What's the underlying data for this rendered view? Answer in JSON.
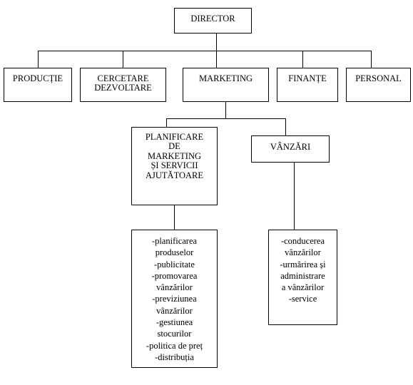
{
  "director": "DIRECTOR",
  "departments": [
    "PRODUCȚIE",
    "CERCETARE\nDEZVOLTARE",
    "MARKETING",
    "FINANȚE",
    "PERSONAL"
  ],
  "marketing_units": {
    "planning": "PLANIFICARE\nDE\nMARKETING\nȘI SERVICII\nAJUTĂTOARE",
    "sales": "VÂNZĂRI"
  },
  "planning_tasks": "-planificarea\nproduselor\n-publicitate\n-promovarea\nvânzărilor\n-previziunea\nvânzărilor\n-gestiunea\nstocurilor\n-politica de preț\n-distribuția",
  "sales_tasks": "-conducerea\nvânzărilor\n-urmărirea și\nadministrare\na vânzărilor\n-service"
}
